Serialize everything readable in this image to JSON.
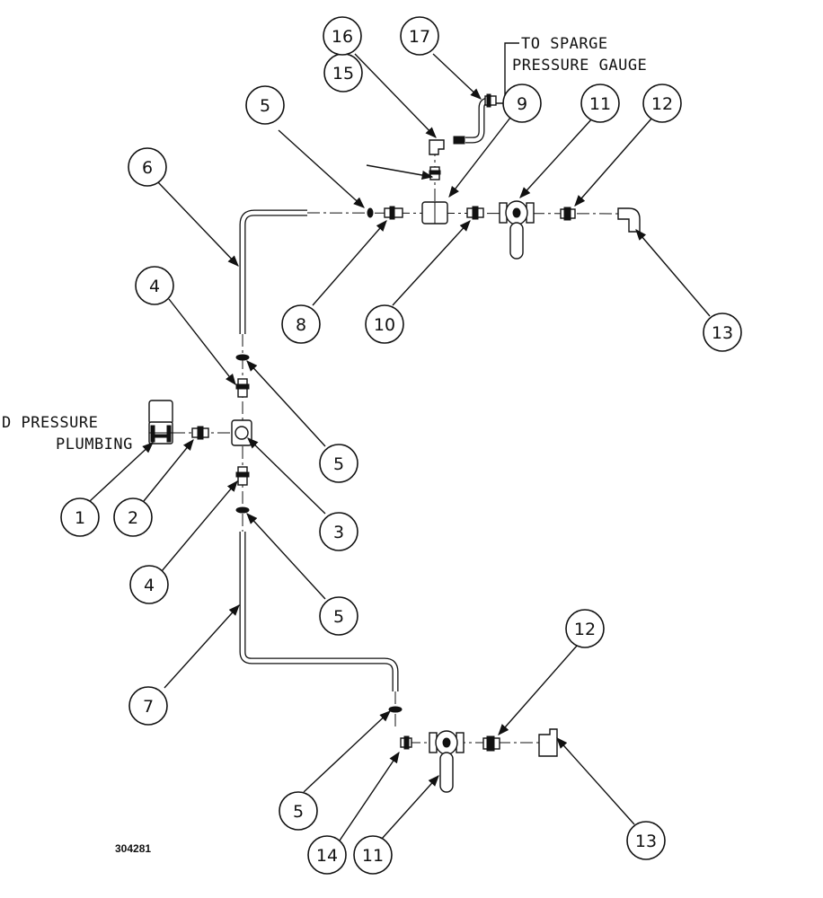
{
  "figure_number": "304281",
  "notes": {
    "left_line1": "D PRESSURE",
    "left_line2": "PLUMBING",
    "right_line1": "TO SPARGE",
    "right_line2": "PRESSURE GAUGE"
  },
  "callouts": [
    {
      "id": "c1",
      "label": "1"
    },
    {
      "id": "c2",
      "label": "2"
    },
    {
      "id": "c3",
      "label": "3"
    },
    {
      "id": "c4a",
      "label": "4"
    },
    {
      "id": "c4b",
      "label": "4"
    },
    {
      "id": "c5a",
      "label": "5"
    },
    {
      "id": "c5b",
      "label": "5"
    },
    {
      "id": "c5c",
      "label": "5"
    },
    {
      "id": "c5d",
      "label": "5"
    },
    {
      "id": "c5e",
      "label": "5"
    },
    {
      "id": "c6",
      "label": "6"
    },
    {
      "id": "c7",
      "label": "7"
    },
    {
      "id": "c8",
      "label": "8"
    },
    {
      "id": "c9",
      "label": "9"
    },
    {
      "id": "c10",
      "label": "10"
    },
    {
      "id": "c11a",
      "label": "11"
    },
    {
      "id": "c11b",
      "label": "11"
    },
    {
      "id": "c12a",
      "label": "12"
    },
    {
      "id": "c12b",
      "label": "12"
    },
    {
      "id": "c13a",
      "label": "13"
    },
    {
      "id": "c13b",
      "label": "13"
    },
    {
      "id": "c14",
      "label": "14"
    },
    {
      "id": "c15",
      "label": "15"
    },
    {
      "id": "c16",
      "label": "16"
    },
    {
      "id": "c17",
      "label": "17"
    }
  ]
}
